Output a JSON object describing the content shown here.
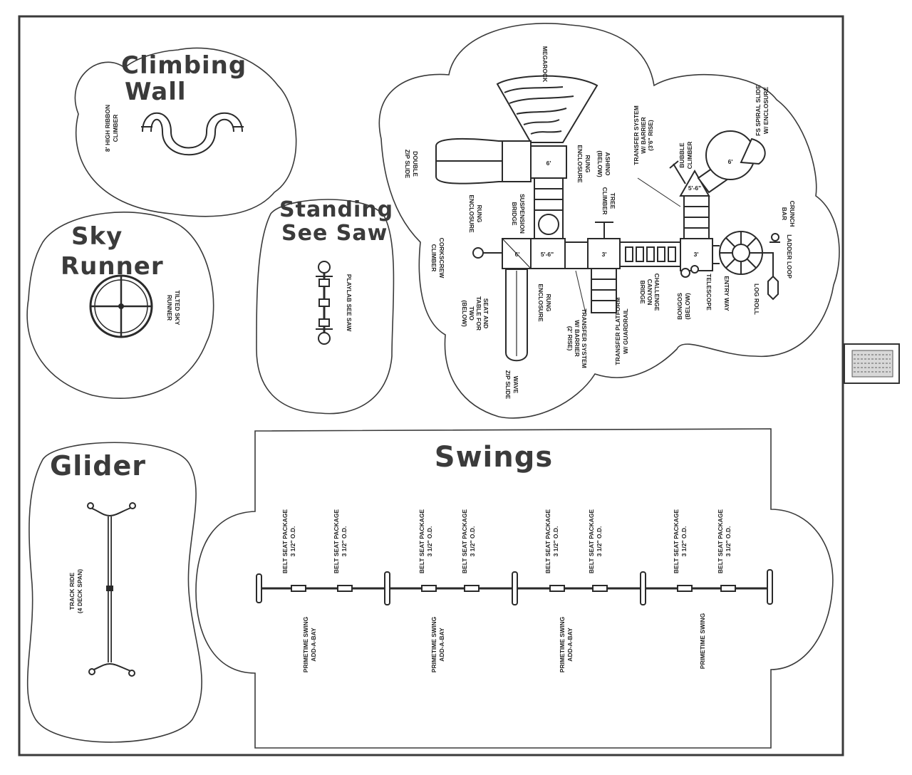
{
  "zones": {
    "climbing_wall": {
      "title_line1": "Climbing",
      "title_line2": "Wall",
      "labels": {
        "climber_1": "8' HIGH RIBBON",
        "climber_2": "CLIMBER"
      }
    },
    "sky_runner": {
      "title_line1": "Sky",
      "title_line2": "Runner",
      "labels": {
        "runner_1": "TILTED SKY",
        "runner_2": "RUNNER"
      }
    },
    "standing_see_saw": {
      "title_line1": "Standing",
      "title_line2": "See Saw",
      "labels": {
        "seesaw": "PLAYLAB SEE SAW"
      }
    },
    "glider": {
      "title": "Glider",
      "labels": {
        "track_1": "TRACK RIDE",
        "track_2": "(4 DECK SPAN)"
      }
    },
    "swings": {
      "title": "Swings",
      "seat_line1": "BELT SEAT PACKAGE",
      "seat_line2": "3 1/2\" O.D.",
      "bay_line1": "PRIMETIME SWING",
      "bay_line2": "ADD-A-BAY",
      "primary_bay": "PRIMETIME SWING"
    },
    "structure": {
      "labels": {
        "megarock": "MEGAROCK",
        "double_zip_1": "DOUBLE",
        "double_zip_2": "ZIP SLIDE",
        "rung_enc_top_1": "RUNG",
        "rung_enc_top_2": "ENCLOSURE",
        "ashino_1": "ASHINO",
        "ashino_2": "(BELOW)",
        "rung_enc_left_1": "RUNG",
        "rung_enc_left_2": "ENCLOSURE",
        "suspension_1": "SUSPENSION",
        "suspension_2": "BRIDGE",
        "tree_1": "TREE",
        "tree_2": "CLIMBER",
        "transfer_top_1": "TRANSFER SYSTEM",
        "transfer_top_2": "W/ BARRIER",
        "transfer_top_3": "(3'6\" RISE)",
        "bubble_1": "BUBBLE",
        "bubble_2": "CLIMBER",
        "spiral_1": "FS SPIRAL SLIDE",
        "spiral_2": "W/ ENCLOSURE",
        "crunch_1": "CRUNCH",
        "crunch_2": "BAR",
        "corkscrew_1": "CORKSCREW",
        "corkscrew_2": "CLIMBER",
        "seat_table_1": "SEAT AND",
        "seat_table_2": "TABLE FOR",
        "seat_table_3": "TWO",
        "seat_table_4": "(BELOW)",
        "rung_enc_low_1": "RUNG",
        "rung_enc_low_2": "ENCLOSURE",
        "wave_1": "WAVE",
        "wave_2": "ZIP SLIDE",
        "transfer_low_1": "TRANSFER SYSTEM",
        "transfer_low_2": "W/ BARRIER",
        "transfer_low_3": "(2' RISE)",
        "platform_1": "TRANSFER PLATFORM",
        "platform_2": "W/ GUARDRAIL",
        "canyon_1": "CHALLENGE",
        "canyon_2": "CANYON",
        "canyon_3": "BRIDGE",
        "bongos_1": "BONGOS",
        "bongos_2": "(BELOW)",
        "telescope": "TELESCOPE",
        "entry": "ENTRY WAY",
        "log_roll": "LOG ROLL",
        "ladder": "LADDER LOOP",
        "deck_a": "6'",
        "deck_b": "6'",
        "deck_c": "5'-6\"",
        "deck_d": "3'",
        "deck_e": "3'",
        "deck_f": "5'-6\"",
        "deck_g": "6'"
      }
    }
  },
  "colors": {
    "ink": "#2a2a2a",
    "title": "#3b3b3b",
    "border": "#3a3a3a"
  }
}
